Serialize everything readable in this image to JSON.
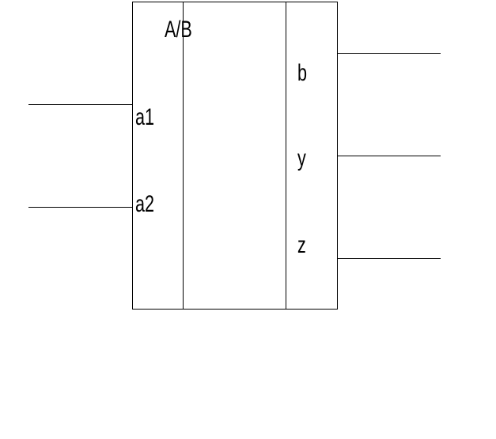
{
  "block": {
    "header_label": "A/B",
    "inputs": [
      "a1",
      "a2"
    ],
    "outputs": [
      "b",
      "y",
      "z"
    ]
  },
  "colors": {
    "stroke": "#000000",
    "background": "#ffffff"
  }
}
